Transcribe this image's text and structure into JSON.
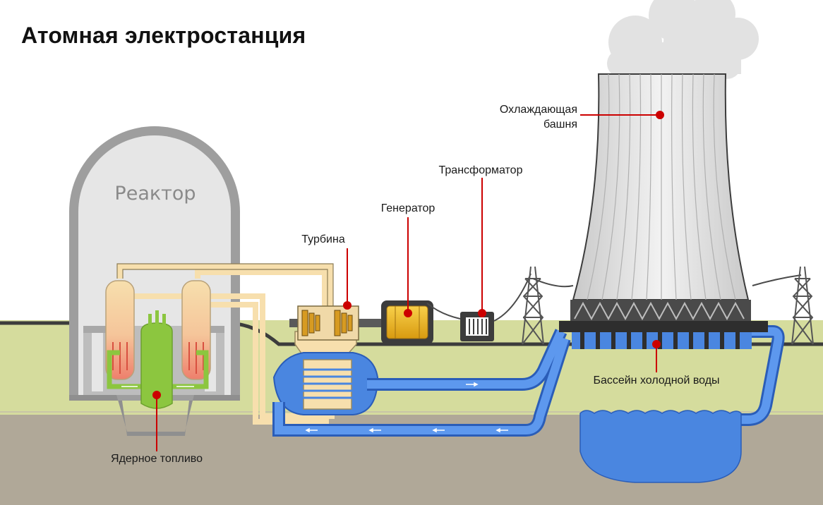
{
  "title": "Атомная электростанция",
  "labels": {
    "reactor": "Реактор",
    "turbine": "Турбина",
    "generator": "Генератор",
    "transformer": "Трансформатор",
    "cooling_tower_line1": "Охлаждающая",
    "cooling_tower_line2": "башня",
    "cold_water_pool": "Бассейн холодной воды",
    "nuclear_fuel": "Ядерное топливо"
  },
  "colors": {
    "ground_green": "#d5dc9d",
    "ground_brown": "#b0a898",
    "water_blue": "#4a86e0",
    "steam_beige": "#f7dfad",
    "fuel_green": "#8cc63f",
    "generator_gold": "#f0b020",
    "label_red": "#cc0000"
  }
}
